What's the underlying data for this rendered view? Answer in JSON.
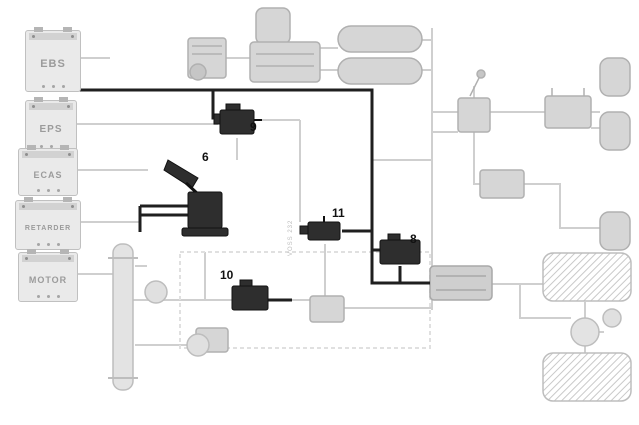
{
  "diagram": {
    "modules": [
      {
        "label": "EBS"
      },
      {
        "label": "EPS"
      },
      {
        "label": "ECAS"
      },
      {
        "label": "RETARDER"
      },
      {
        "label": "MOTOR"
      }
    ],
    "part_labels": [
      {
        "number": "9"
      },
      {
        "number": "6"
      },
      {
        "number": "11"
      },
      {
        "number": "8"
      },
      {
        "number": "10"
      }
    ],
    "annotation": {
      "text": "VOSS 232"
    },
    "colors": {
      "highlight": "#1f1f1f",
      "pipe_muted": "#cfcfcf",
      "component_muted": "#d6d6d6",
      "module_fill": "#eaeaea",
      "module_text": "#9b9b9b",
      "background": "#ffffff"
    }
  }
}
